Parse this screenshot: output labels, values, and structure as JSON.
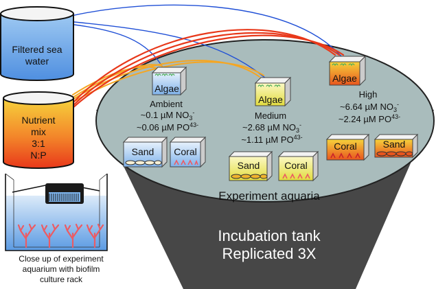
{
  "sources": {
    "seawater_label": [
      "Filtered sea",
      "water"
    ],
    "nutrient_label": [
      "Nutrient",
      "mix",
      "3:1",
      "N:P"
    ]
  },
  "closeup_caption": [
    "Close up of experiment",
    "aquarium with biofilm",
    "culture rack"
  ],
  "tank": {
    "area_label": "Experiment aquaria",
    "title_lines": [
      "Incubation tank",
      "Replicated 3X"
    ]
  },
  "treatments": {
    "ambient": {
      "name": "Ambient",
      "no3_value": "~0.1 µM NO",
      "no3_sub": "3",
      "no3_sup": "-",
      "po4_value": "~0.06 µM PO",
      "po4_sub": "4",
      "po4_sup": "3-",
      "algae": "Algae",
      "sand": "Sand",
      "coral": "Coral"
    },
    "medium": {
      "name": "Medium",
      "no3_value": "~2.68 µM NO",
      "no3_sub": "3",
      "no3_sup": "-",
      "po4_value": "~1.11 µM PO",
      "po4_sub": "4",
      "po4_sup": "3-",
      "algae": "Algae",
      "sand": "Sand",
      "coral": "Coral"
    },
    "high": {
      "name": "High",
      "no3_value": "~6.64 µM NO",
      "no3_sub": "3",
      "no3_sup": "-",
      "po4_value": "~2.24 µM PO",
      "po4_sub": "4",
      "po4_sup": "3-",
      "algae": "Algae",
      "sand": "Sand",
      "coral": "Coral"
    }
  },
  "colors": {
    "seawater_line": "#1f4fd6",
    "nutrient_line_orange": "#f5a623",
    "nutrient_line_red": "#e8381a",
    "tank_body": "#4a4a4a",
    "water_surface": "#a9bcbc",
    "ambient_water": "#7fb2ea",
    "medium_water": "#e6e24a",
    "high_water": "#e8551e"
  },
  "icons": [
    "bucket-icon",
    "aquarium-icon",
    "coral-icon",
    "sand-disc-icon",
    "biofilm-rack-icon"
  ]
}
